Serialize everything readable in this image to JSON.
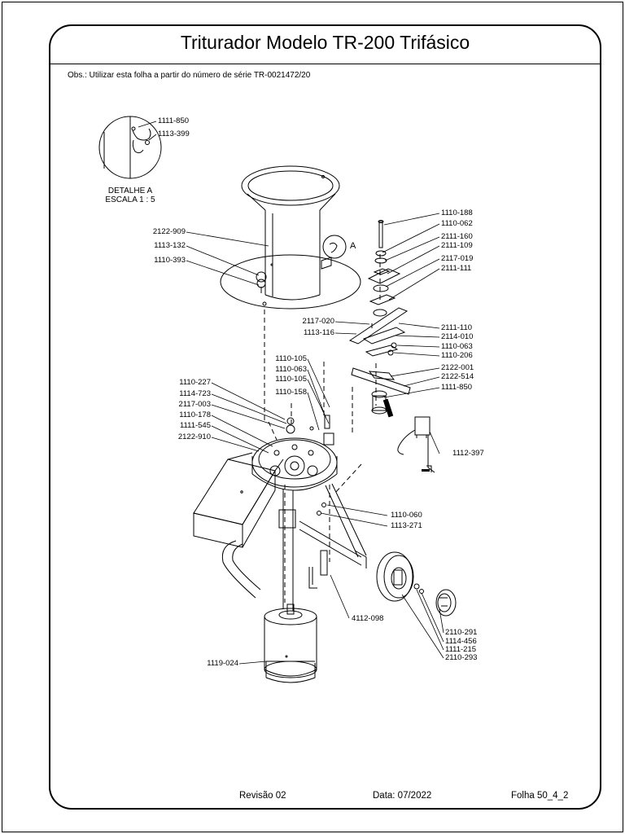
{
  "title": "Triturador Modelo TR-200 Trifásico",
  "obs": "Obs.: Utilizar esta folha a partir do número de série TR-0021472/20",
  "detail": {
    "line1": "DETALHE A",
    "line2": "ESCALA 1 : 5",
    "marker": "A"
  },
  "labels": {
    "p1111_850_d": "1111-850",
    "p1113_399": "1113-399",
    "p2122_909": "2122-909",
    "p1113_132": "1113-132",
    "p1110_393": "1110-393",
    "p1110_188": "1110-188",
    "p1110_062": "1110-062",
    "p2111_160": "2111-160",
    "p2111_109": "2111-109",
    "p2117_019": "2117-019",
    "p2111_111": "2111-111",
    "p2117_020": "2117-020",
    "p1113_116": "1113-116",
    "p2111_110": "2111-110",
    "p2114_010": "2114-010",
    "p1110_063a": "1110-063",
    "p1110_206": "1110-206",
    "p2122_001": "2122-001",
    "p2122_514": "2122-514",
    "p1111_850": "1111-850",
    "p1110_105a": "1110-105",
    "p1110_063b": "1110-063",
    "p1110_105b": "1110-105",
    "p1110_158": "1110-158",
    "p1110_227": "1110-227",
    "p1114_723": "1114-723",
    "p2117_003": "2117-003",
    "p1110_178": "1110-178",
    "p1111_545": "1111-545",
    "p2122_910": "2122-910",
    "p1112_397": "1112-397",
    "p1110_060": "1110-060",
    "p1113_271": "1113-271",
    "p4112_098": "4112-098",
    "p2110_291": "2110-291",
    "p1114_456": "1114-456",
    "p1111_215": "1111-215",
    "p2110_293": "2110-293",
    "p1119_024": "1119-024"
  },
  "footer": {
    "revisao": "Revisão  02",
    "data": "Data: 07/2022",
    "folha": "Folha 50_4_2"
  }
}
